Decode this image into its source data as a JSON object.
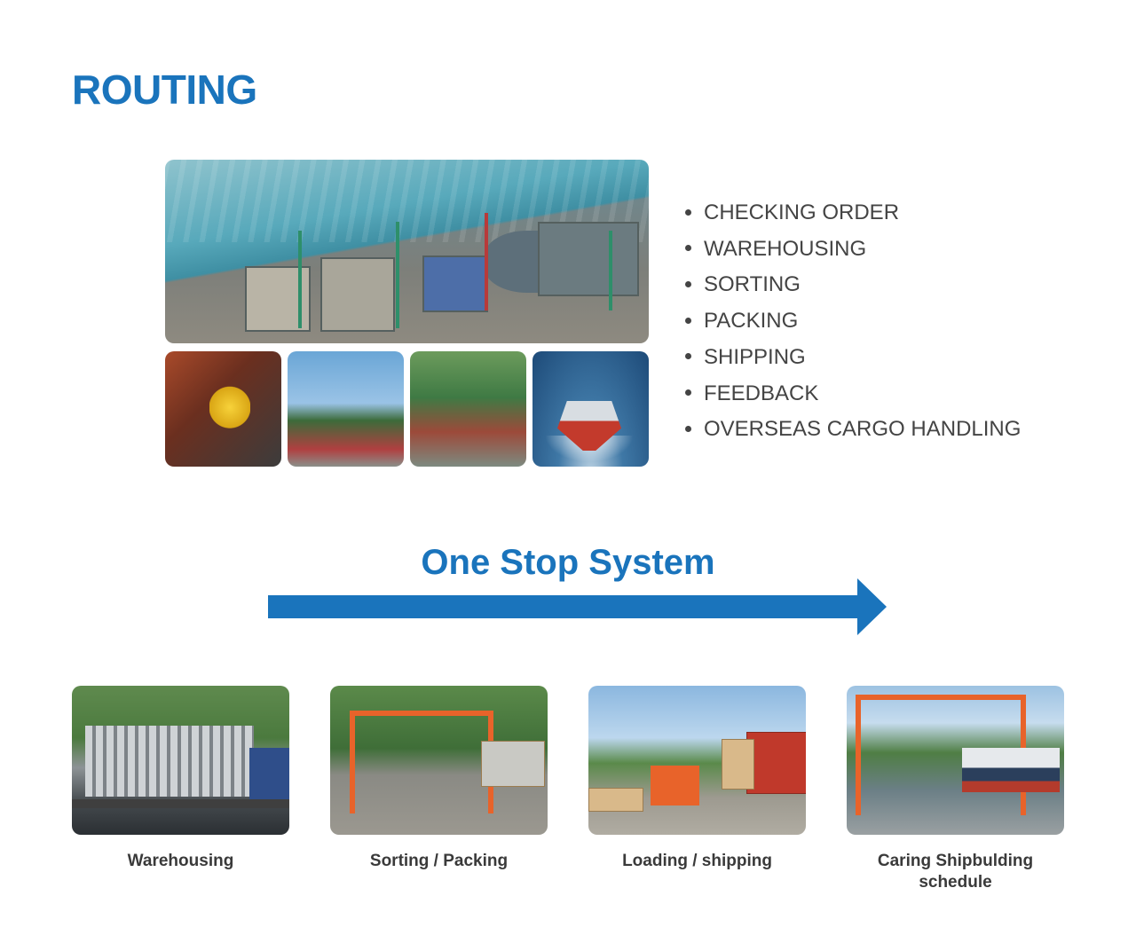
{
  "title": "ROUTING",
  "routing_steps": [
    "CHECKING ORDER",
    "WAREHOUSING",
    "SORTING",
    "PACKING",
    "SHIPPING",
    "FEEDBACK",
    "OVERSEAS CARGO HANDLING"
  ],
  "one_stop_title": "One Stop System",
  "arrow_color": "#1a74bc",
  "accent_color": "#1a74bc",
  "process_cards": [
    {
      "caption": "Warehousing"
    },
    {
      "caption": "Sorting / Packing"
    },
    {
      "caption": "Loading / shipping"
    },
    {
      "caption_line1": "Caring Shipbulding",
      "caption_line2": "schedule"
    }
  ],
  "icons": [
    "right-arrow-icon"
  ]
}
